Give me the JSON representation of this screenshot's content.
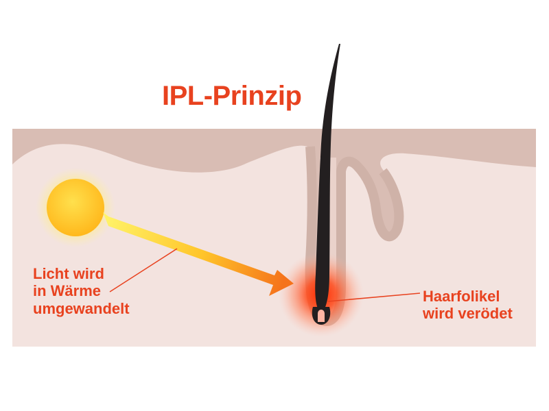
{
  "title": "IPL-Prinzip",
  "labels": {
    "light": "Licht wird\nin Wärme\numgewandelt",
    "follicle": "Haarfolikel\nwird verödet"
  },
  "colors": {
    "accent": "#e8421f",
    "skin_surface": "#d9bdb4",
    "skin_inner": "#f3e3df",
    "follicle_outline": "#cfb2a8",
    "hair": "#231f20",
    "sun": "#ffc21a",
    "arrow": "#f26a1b"
  }
}
